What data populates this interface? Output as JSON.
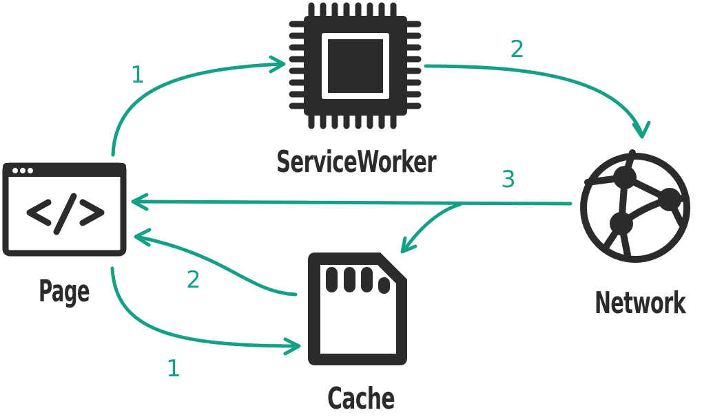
{
  "colors": {
    "accent": "#13a084",
    "icon": "#2b2b2b",
    "background": "#ffffff"
  },
  "nodes": {
    "page": {
      "label": "Page",
      "icon": "browser-code-icon"
    },
    "service_worker": {
      "label": "ServiceWorker",
      "icon": "cpu-chip-icon"
    },
    "network": {
      "label": "Network",
      "icon": "globe-network-icon"
    },
    "cache": {
      "label": "Cache",
      "icon": "sd-card-icon"
    }
  },
  "edges": [
    {
      "from": "Page",
      "to": "ServiceWorker",
      "step": "1"
    },
    {
      "from": "ServiceWorker",
      "to": "Network",
      "step": "2"
    },
    {
      "from": "Network",
      "to": "Page",
      "step": "3"
    },
    {
      "from": "Network",
      "to": "Cache",
      "step": "3"
    },
    {
      "from": "Page",
      "to": "Cache",
      "step": "1"
    },
    {
      "from": "Cache",
      "to": "Page",
      "step": "2"
    }
  ]
}
